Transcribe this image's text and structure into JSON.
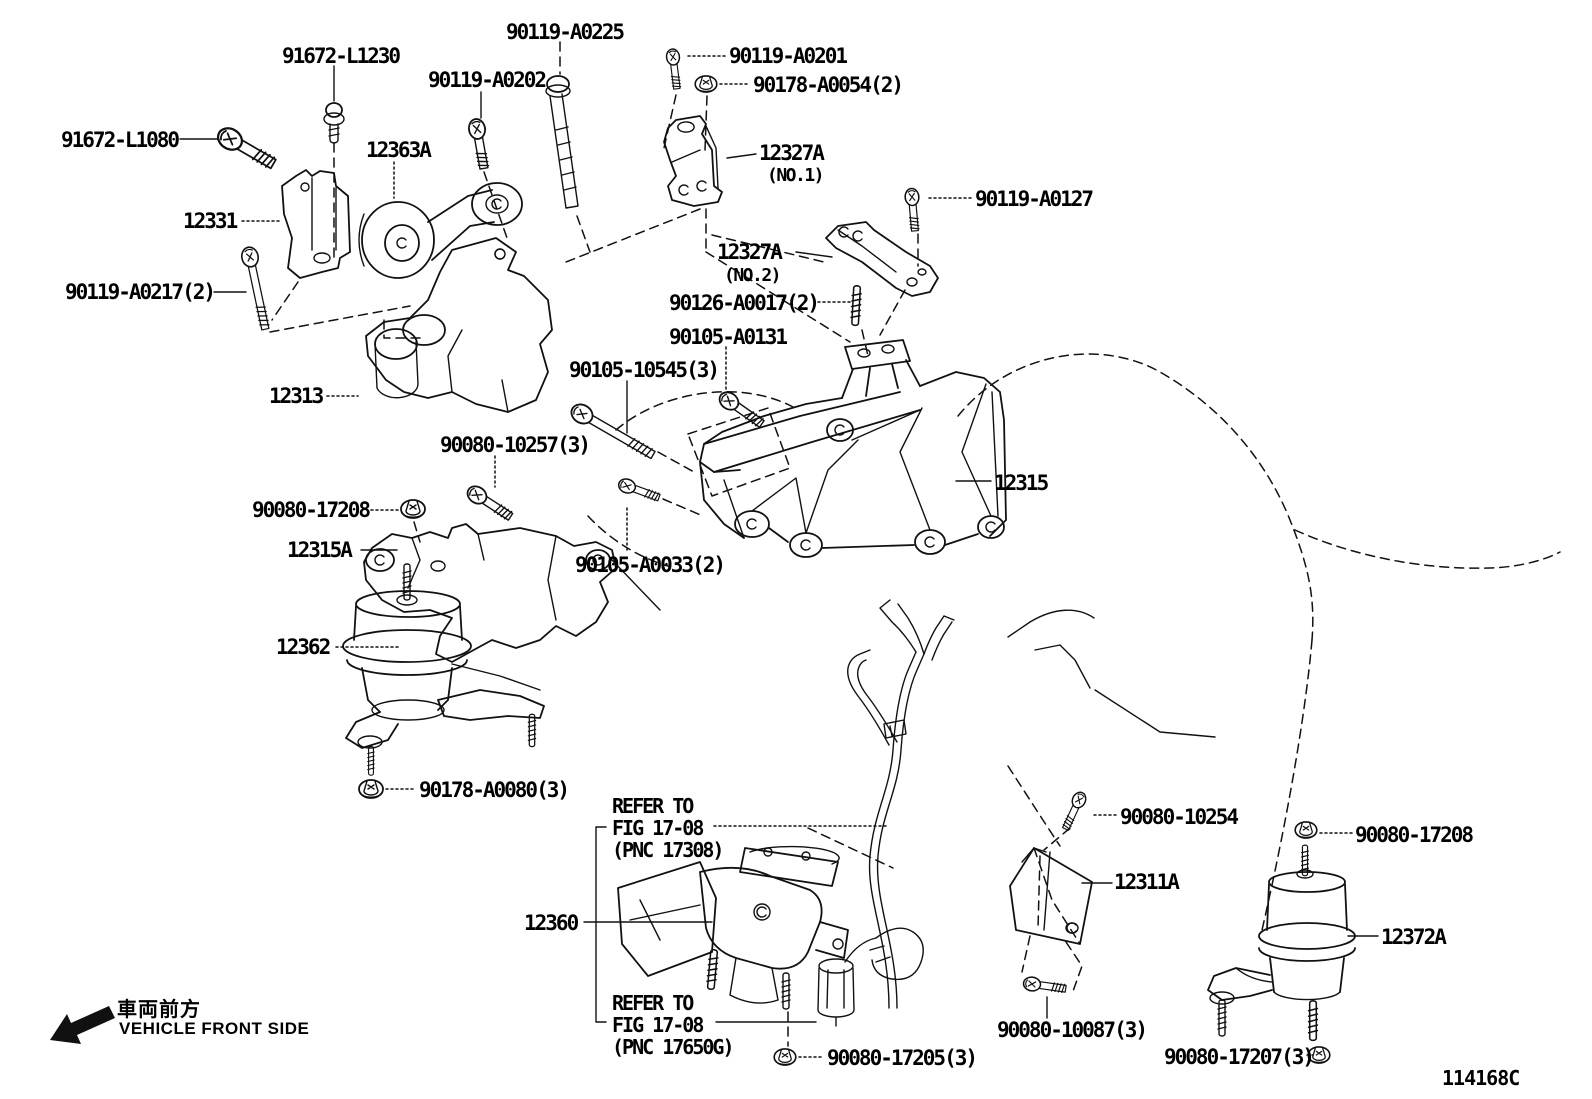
{
  "diagram": {
    "footer_code": "114168C",
    "front_marker": {
      "jp": "車両前方",
      "en": "VEHICLE FRONT SIDE"
    }
  },
  "parts": {
    "a0225": "90119-A0225",
    "l1230": "91672-L1230",
    "a0202": "90119-A0202",
    "a0201": "90119-A0201",
    "a0054": "90178-A0054(2)",
    "l1080": "91672-L1080",
    "p12363a": "12363A",
    "p12327a_1": "12327A",
    "no1": "(NO.1)",
    "p12331": "12331",
    "a0127": "90119-A0127",
    "p12327a_2": "12327A",
    "no2": "(NO.2)",
    "a0217": "90119-A0217(2)",
    "p90126": "90126-A0017(2)",
    "a0131": "90105-A0131",
    "p10545": "90105-10545(3)",
    "p12313": "12313",
    "p10257": "90080-10257(3)",
    "p12315": "12315",
    "p17208_left": "90080-17208",
    "p12315a": "12315A",
    "a0033": "90105-A0033(2)",
    "p12362": "12362",
    "a0080": "90178-A0080(3)",
    "p12360": "12360",
    "p17205": "90080-17205(3)",
    "p10254": "90080-10254",
    "p12311a": "12311A",
    "p17208_right": "90080-17208",
    "p12372a": "12372A",
    "p10087": "90080-10087(3)",
    "p17207": "90080-17207(3)"
  },
  "refer_17308": {
    "l1": "REFER TO",
    "l2": "FIG 17-08",
    "l3": "(PNC 17308)"
  },
  "refer_17650g": {
    "l1": "REFER TO",
    "l2": "FIG 17-08",
    "l3": "(PNC 17650G)"
  }
}
